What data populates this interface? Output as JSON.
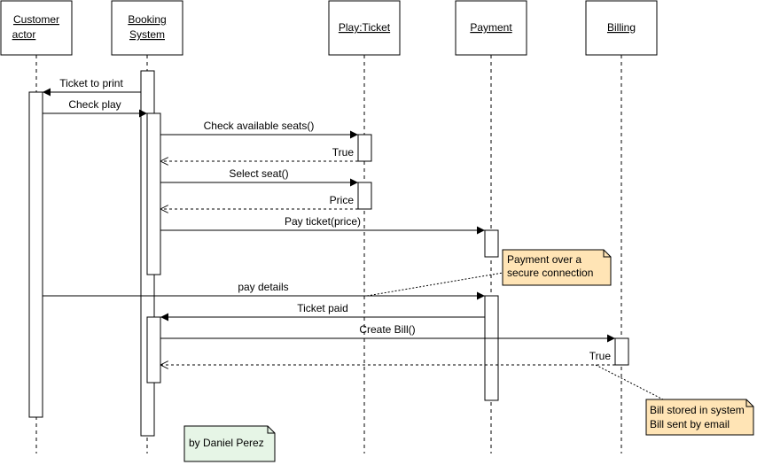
{
  "participants": {
    "customer": {
      "line1": "Customer",
      "line2": "actor"
    },
    "booking": {
      "line1": "Booking",
      "line2": "System"
    },
    "play_ticket": {
      "label": "Play:Ticket"
    },
    "payment": {
      "label": "Payment"
    },
    "billing": {
      "label": "Billing"
    }
  },
  "messages": {
    "ticket_to_print": "Ticket to print",
    "check_play": "Check play",
    "check_available_seats": "Check available seats()",
    "true_1": "True",
    "select_seat": "Select seat()",
    "price": "Price",
    "pay_ticket": "Pay ticket(price)",
    "pay_details": "pay details",
    "ticket_paid": "Ticket paid",
    "create_bill": "Create Bill()",
    "true_2": "True"
  },
  "notes": {
    "payment_note": {
      "line1": "Payment over a",
      "line2": "secure connection",
      "color": "#ffe4b5"
    },
    "billing_note": {
      "line1": "Bill stored in system",
      "line2": "Bill sent by email",
      "color": "#ffe4b5"
    },
    "author_note": {
      "text": "by Daniel Perez",
      "color": "#e6f5e6"
    }
  }
}
